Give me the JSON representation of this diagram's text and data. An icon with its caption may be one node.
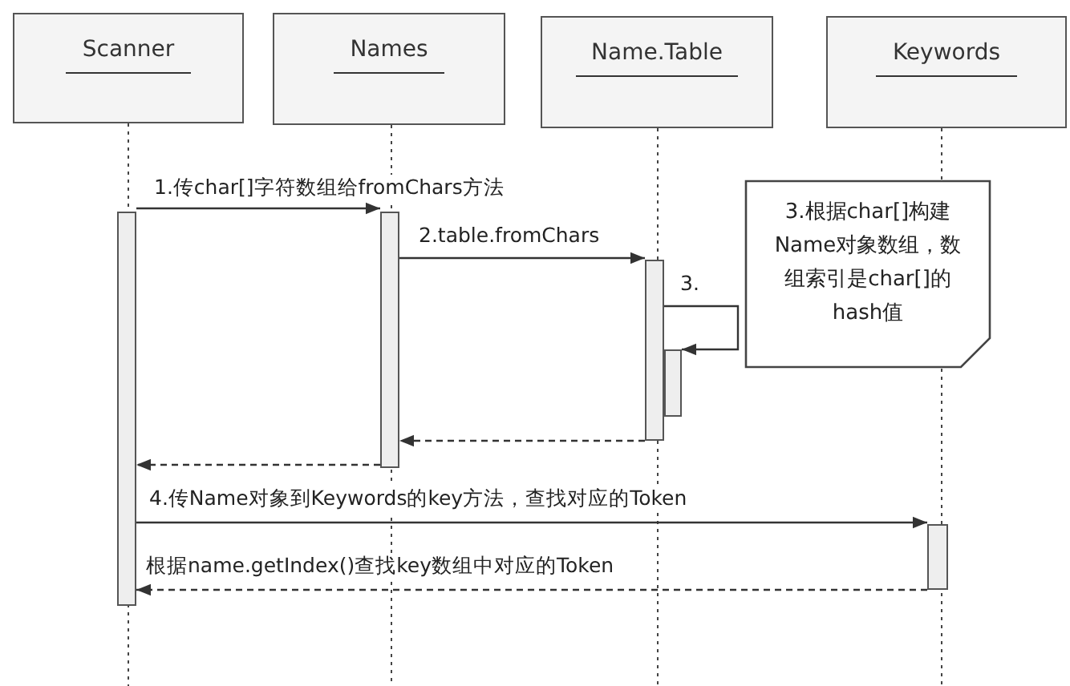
{
  "diagram": {
    "nodes": [
      {
        "text": [
          "Scanner"
        ]
      },
      {
        "text": [
          "Names"
        ]
      },
      {
        "text": [
          "Name.Table"
        ]
      },
      {
        "text": [
          "Keywords"
        ]
      },
      {
        "text": [
          "3.根据char[]构建Name对象数组，数组索引是char[]的hash值"
        ]
      },
      {
        "text": [],
        "shape": "bar"
      },
      {
        "text": [],
        "shape": "bar"
      },
      {
        "text": [],
        "shape": "bar"
      },
      {
        "text": [],
        "shape": "bar"
      },
      {
        "text": [],
        "shape": "bar"
      }
    ],
    "edges": [
      {
        "from": 5,
        "to": 6,
        "arrow": "to",
        "label": "1.传char[]字符数组给fromChars方法"
      },
      {
        "from": 6,
        "to": 7,
        "arrow": "to",
        "label": "2.table.fromChars"
      },
      {
        "from": 7,
        "to": 8,
        "arrow": "to",
        "label": "3."
      },
      {
        "from": 7,
        "to": 6,
        "arrow": "to",
        "style": "dashed"
      },
      {
        "from": 6,
        "to": 5,
        "arrow": "to",
        "style": "dashed"
      },
      {
        "from": 5,
        "to": 9,
        "arrow": "to",
        "label": "4.传Name对象到Keywords的key方法，查找对应的Token"
      },
      {
        "from": 9,
        "to": 5,
        "arrow": "to",
        "style": "dashed",
        "label": "根据name.getIndex()查找key数组中对应的Token"
      }
    ]
  }
}
